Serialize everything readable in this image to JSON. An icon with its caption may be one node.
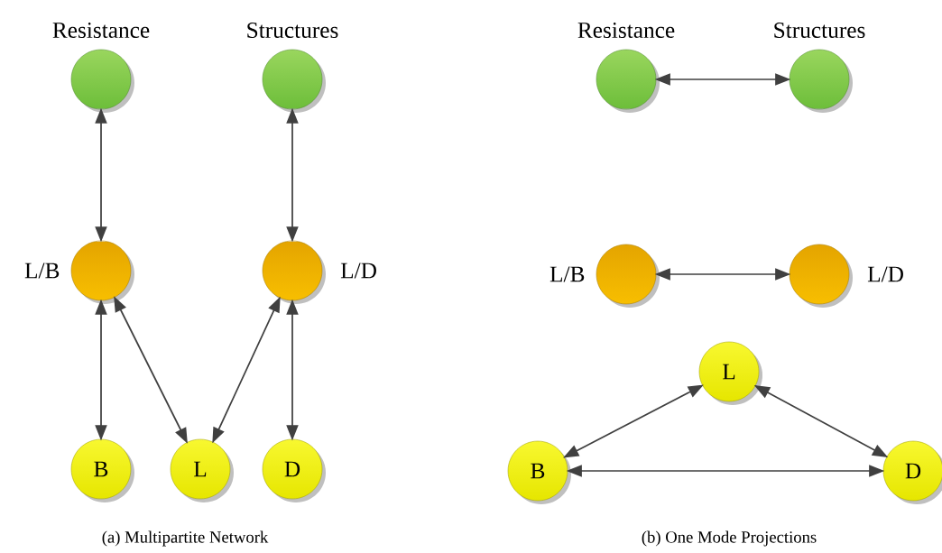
{
  "diagram": {
    "nodes": [
      {
        "text": [
          "Resistance"
        ]
      },
      {
        "text": [
          "Structures"
        ]
      },
      {
        "text": [
          "L/B"
        ]
      },
      {
        "text": [
          "L/D"
        ]
      },
      {
        "text": [
          "B"
        ]
      },
      {
        "text": [
          "L"
        ]
      },
      {
        "text": [
          "D"
        ]
      },
      {
        "text": [
          "Resistance"
        ]
      },
      {
        "text": [
          "Structures"
        ]
      },
      {
        "text": [
          "L/B"
        ]
      },
      {
        "text": [
          "L/D"
        ]
      },
      {
        "text": [
          "L"
        ]
      },
      {
        "text": [
          "B"
        ]
      },
      {
        "text": [
          "D"
        ]
      }
    ],
    "edges": [
      {
        "from": 0,
        "to": 2,
        "arrow": "both"
      },
      {
        "from": 1,
        "to": 3,
        "arrow": "both"
      },
      {
        "from": 2,
        "to": 4,
        "arrow": "both"
      },
      {
        "from": 2,
        "to": 5,
        "arrow": "both"
      },
      {
        "from": 3,
        "to": 5,
        "arrow": "both"
      },
      {
        "from": 3,
        "to": 6,
        "arrow": "both"
      },
      {
        "from": 7,
        "to": 8,
        "arrow": "both"
      },
      {
        "from": 9,
        "to": 10,
        "arrow": "both"
      },
      {
        "from": 11,
        "to": 12,
        "arrow": "both"
      },
      {
        "from": 11,
        "to": 13,
        "arrow": "both"
      },
      {
        "from": 12,
        "to": 13,
        "arrow": "both"
      }
    ],
    "labels": [
      "(a) Multipartite Network",
      "(b) One Mode Projections"
    ]
  }
}
